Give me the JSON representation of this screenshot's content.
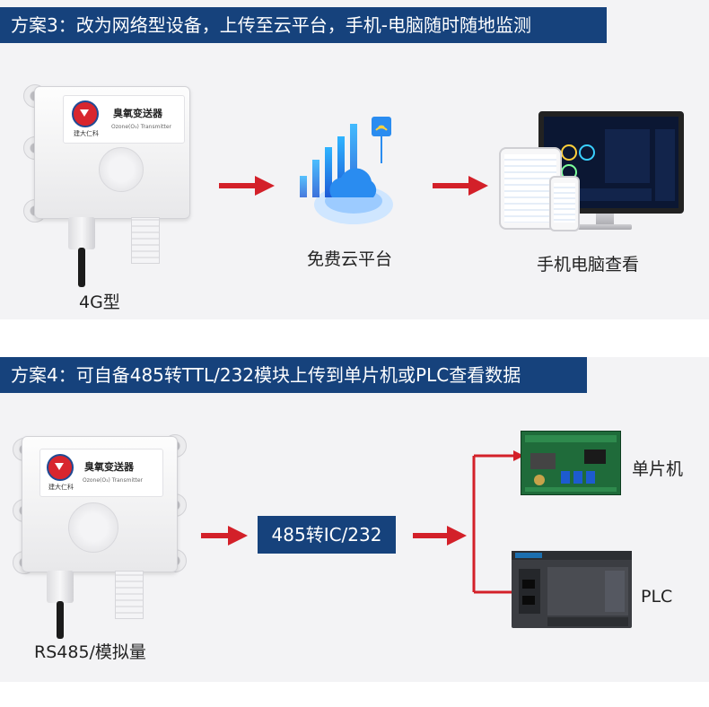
{
  "scheme3": {
    "title": "方案3：改为网络型设备，上传至云平台，手机-电脑随时随地监测",
    "sensor_label": "4G型",
    "cloud_label": "免费云平台",
    "devices_label": "手机电脑查看"
  },
  "scheme4": {
    "title": "方案4：可自备485转TTL/232模块上传到单片机或PLC查看数据",
    "sensor_label": "RS485/模拟量",
    "converter_label": "485转IC/232",
    "mcu_label": "单片机",
    "plc_label": "PLC"
  },
  "sensor_card": {
    "brand": "建大仁科",
    "product_name": "臭氧变送器",
    "product_name_en": "Ozone(O₃) Transmitter"
  },
  "colors": {
    "banner": "#16427c",
    "arrow": "#d32029",
    "panel": "#f3f3f5"
  }
}
